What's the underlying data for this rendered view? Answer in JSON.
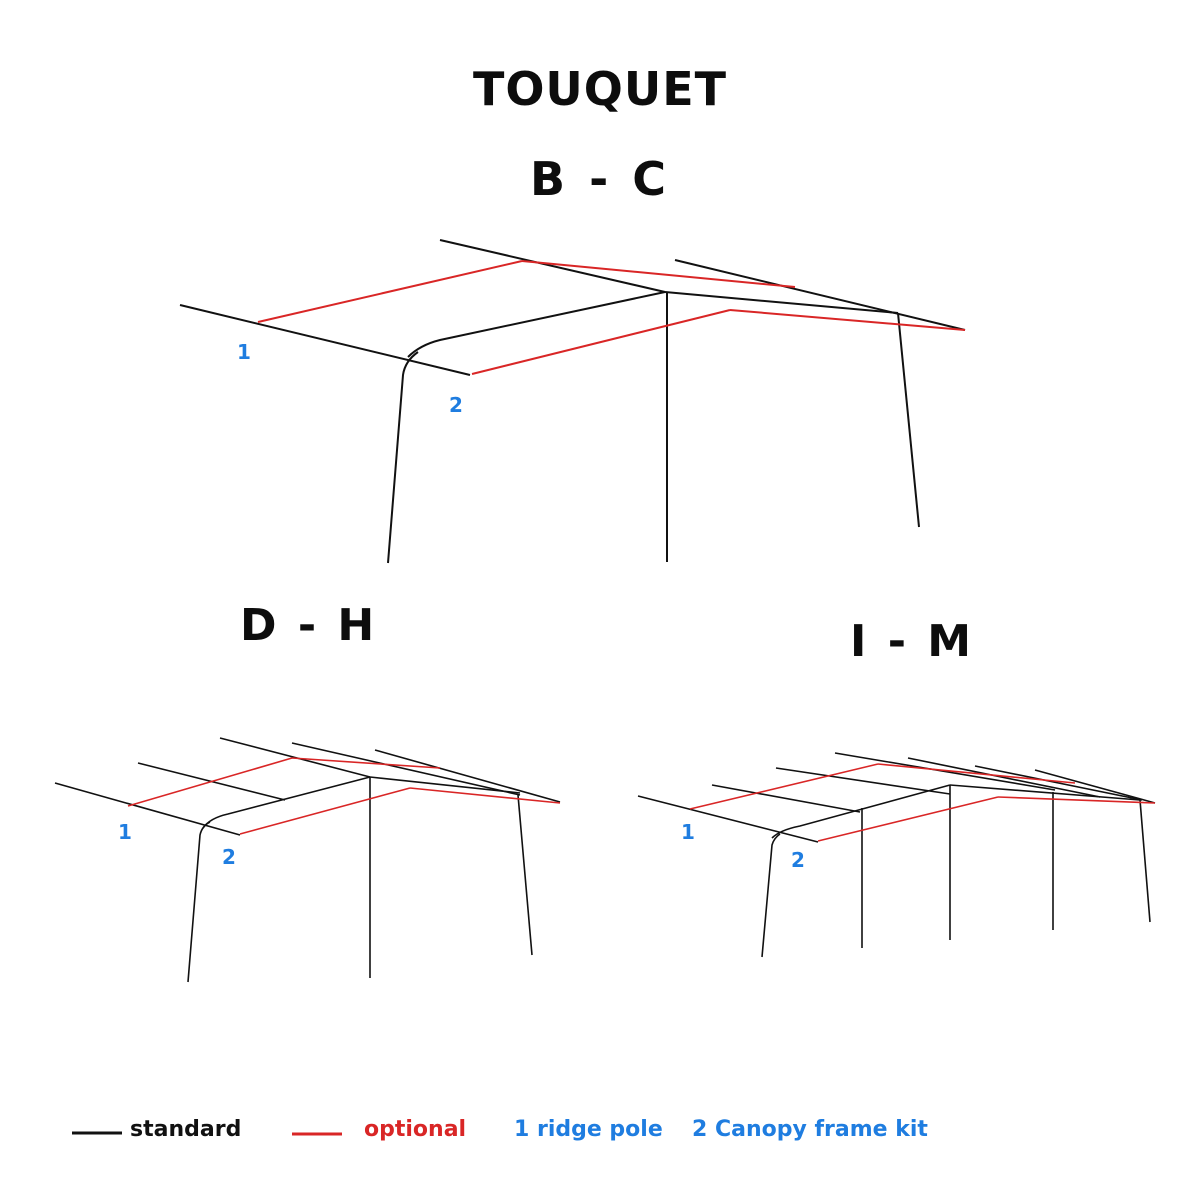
{
  "title": "TOUQUET",
  "diagrams": [
    {
      "label": "B - C",
      "ridge_number": "1",
      "canopy_number": "2"
    },
    {
      "label": "D - H",
      "ridge_number": "1",
      "canopy_number": "2"
    },
    {
      "label": "I - M",
      "ridge_number": "1",
      "canopy_number": "2"
    }
  ],
  "legend": {
    "standard": "standard",
    "optional": "optional",
    "ridge_pole": "1 ridge pole",
    "canopy_kit": "2 Canopy frame kit"
  },
  "colors": {
    "standard": "#111111",
    "optional": "#d92626",
    "numbers": "#1f7de0"
  }
}
